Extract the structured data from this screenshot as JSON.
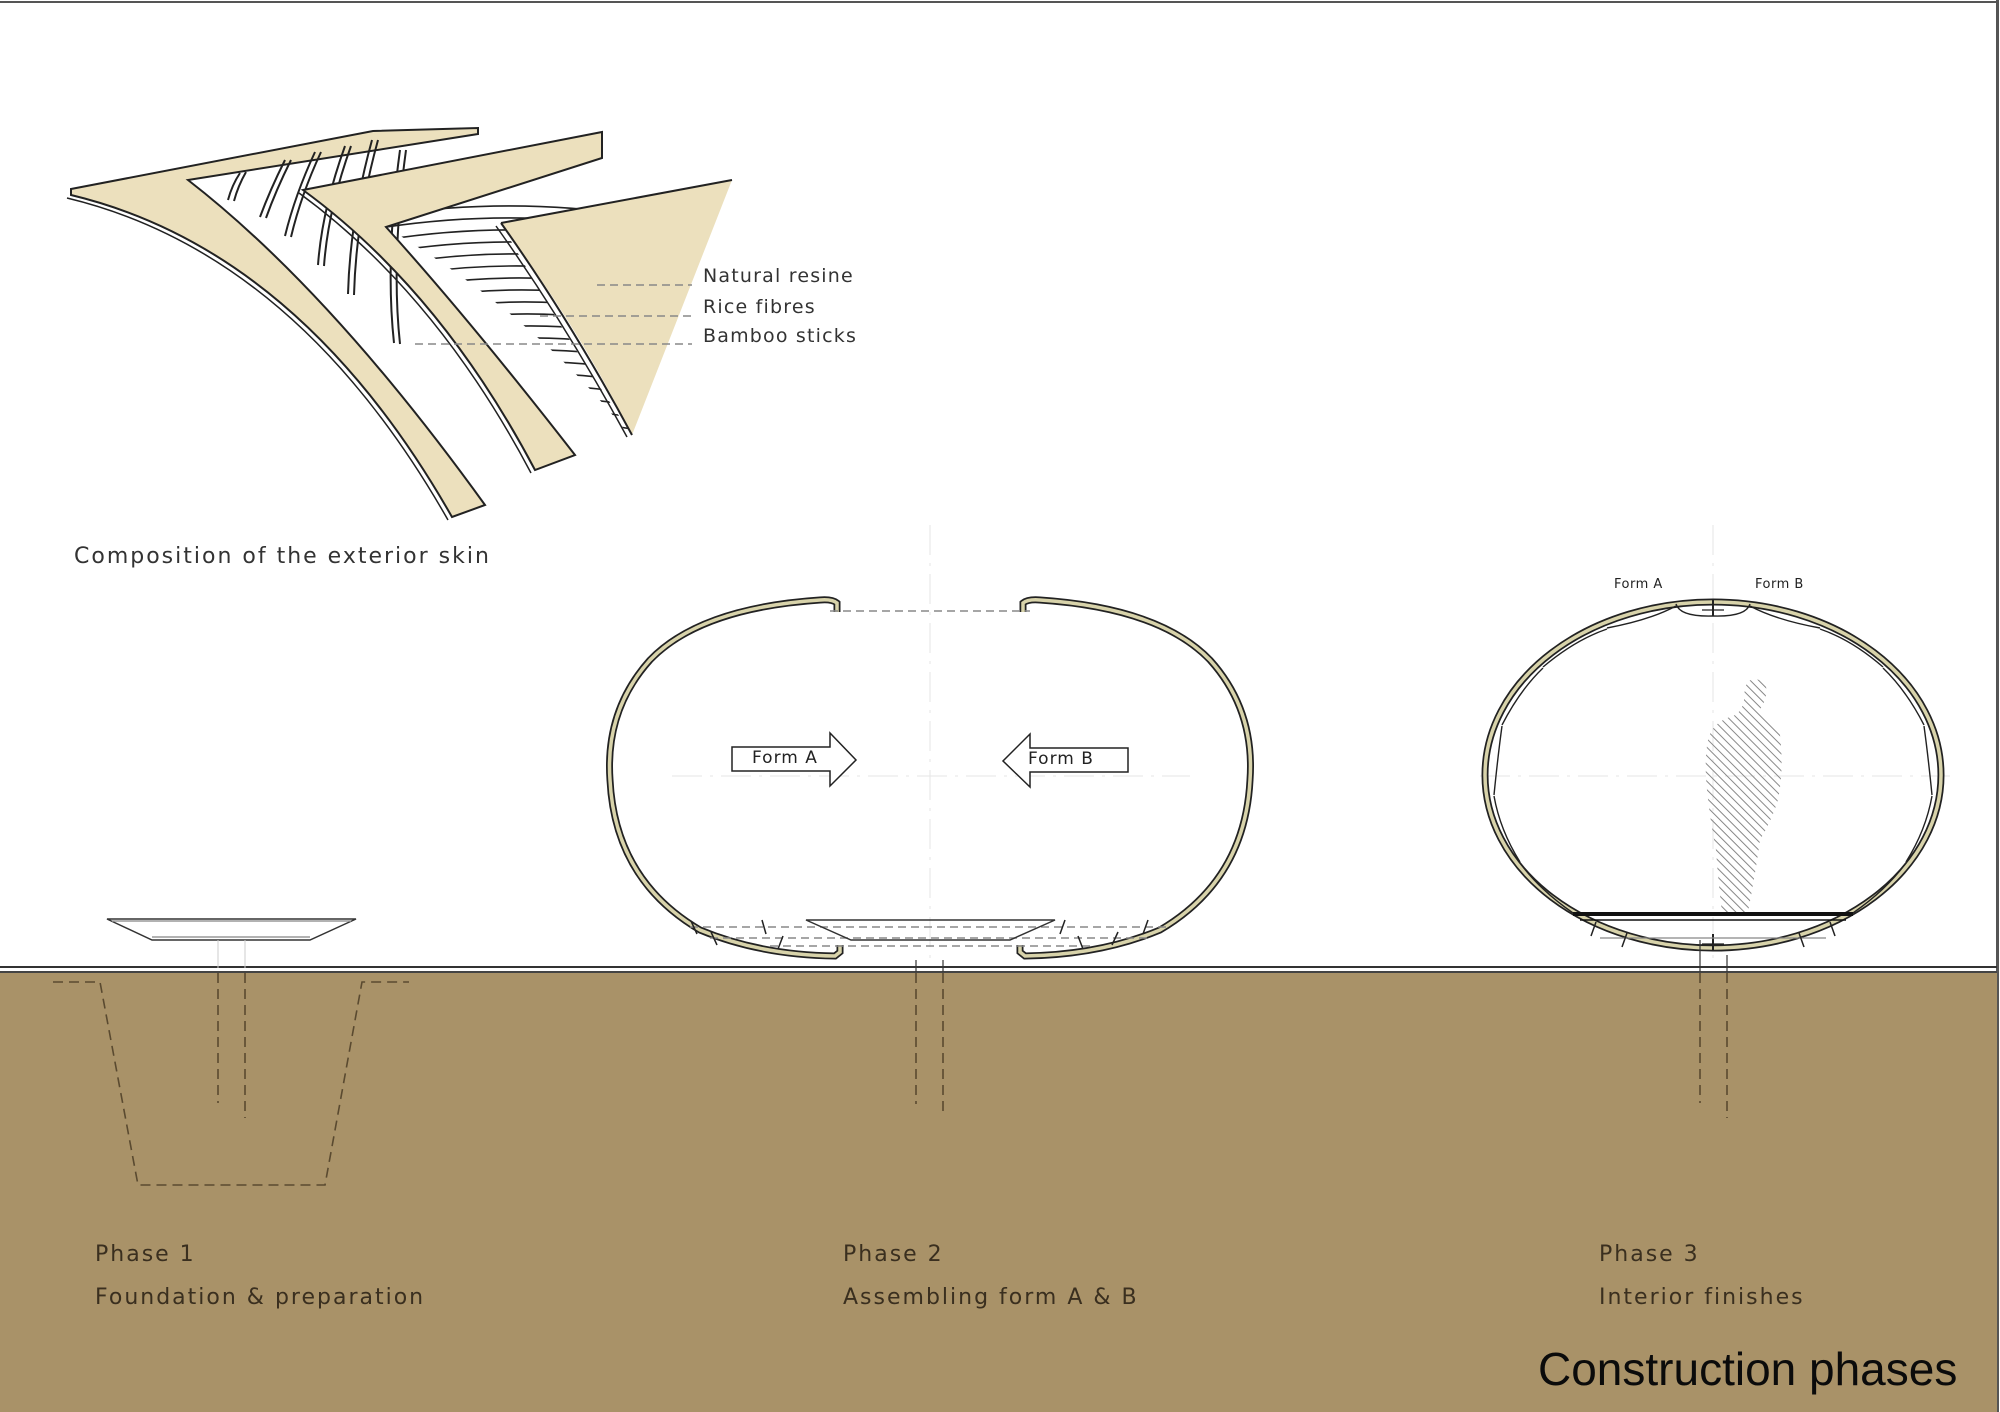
{
  "title": "Construction phases",
  "colors": {
    "ground": "#a99268",
    "skin_fill": "#ece0bd",
    "shell_fill": "#d8d3aa",
    "outline": "#222222",
    "dash": "#888888",
    "ground_dash": "#5a4a30"
  },
  "skin_detail": {
    "caption": "Composition of the exterior skin",
    "layers": [
      {
        "label": "Natural resine"
      },
      {
        "label": "Rice fibres"
      },
      {
        "label": "Bamboo sticks"
      }
    ]
  },
  "phase2_diagram": {
    "arrow_a": "Form A",
    "arrow_b": "Form B"
  },
  "phase3_diagram": {
    "form_a": "Form A",
    "form_b": "Form B"
  },
  "phases": [
    {
      "number": "Phase 1",
      "description": "Foundation & preparation"
    },
    {
      "number": "Phase 2",
      "description": "Assembling form A & B"
    },
    {
      "number": "Phase 3",
      "description": "Interior finishes"
    }
  ]
}
